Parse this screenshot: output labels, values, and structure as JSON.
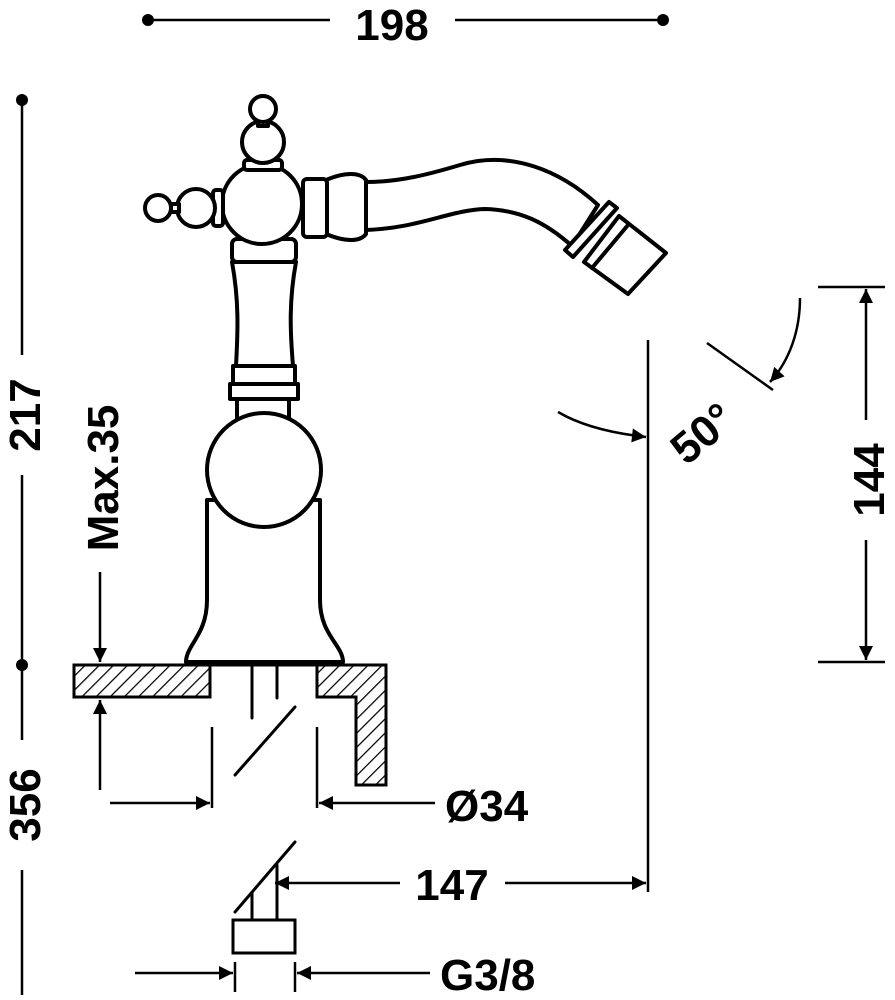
{
  "drawing": {
    "colors": {
      "line": "#000000",
      "background": "#ffffff"
    },
    "dimensions": {
      "overall_width": "198",
      "overall_height": "217",
      "max_thickness": "Max.35",
      "below_counter": "356",
      "spout_height": "144",
      "spout_angle": "50°",
      "hole_diameter": "Ø34",
      "spout_reach": "147",
      "connection_thread": "G3/8"
    }
  }
}
